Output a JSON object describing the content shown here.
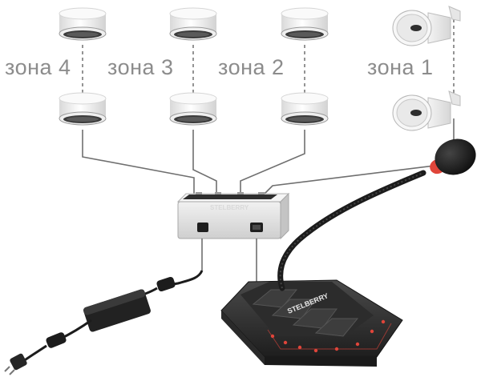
{
  "zones": [
    {
      "label": "зона 4",
      "speaker": "ceiling"
    },
    {
      "label": "зона 3",
      "speaker": "ceiling"
    },
    {
      "label": "зона 2",
      "speaker": "ceiling"
    },
    {
      "label": "зона 1",
      "speaker": "horn"
    }
  ],
  "brand": "STELBERRY",
  "icons": {
    "ceiling_speaker": "ceiling-speaker-icon",
    "horn_speaker": "horn-speaker-icon",
    "switch": "zone-switch-unit",
    "power_adapter": "power-adapter-icon",
    "microphone": "desk-microphone-console"
  },
  "colors": {
    "label": "#8c8c8c",
    "cable": "#6f6f6f",
    "dash": "#7a7a7a",
    "speaker_body": "#f2f2f2",
    "speaker_trim": "#3c3c3c",
    "unit_body": "#e4e4e4",
    "unit_top": "#2e2e2e",
    "console": "#3a3a3a",
    "accent_red": "#e0453a"
  }
}
